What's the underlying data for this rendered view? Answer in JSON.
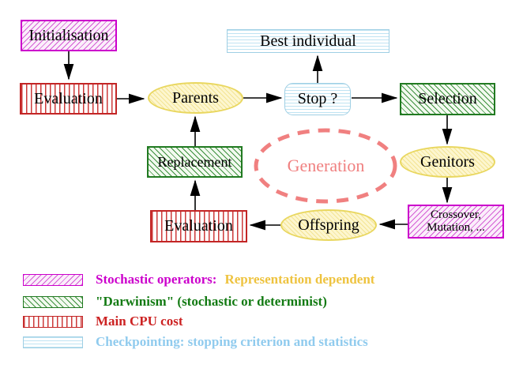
{
  "diagram": {
    "title_hint": "Evolutionary algorithm generation loop",
    "nodes": {
      "initialisation": {
        "label": "Initialisation"
      },
      "evaluation_top": {
        "label": "Evaluation"
      },
      "parents": {
        "label": "Parents"
      },
      "best_individual": {
        "label": "Best individual"
      },
      "stop": {
        "label": "Stop ?"
      },
      "selection": {
        "label": "Selection"
      },
      "genitors": {
        "label": "Genitors"
      },
      "crossover_mutation": {
        "line1": "Crossover,",
        "line2": "Mutation, ..."
      },
      "offspring": {
        "label": "Offspring"
      },
      "evaluation_bottom": {
        "label": "Evaluation"
      },
      "replacement": {
        "label": "Replacement"
      },
      "generation": {
        "label": "Generation"
      }
    },
    "colors": {
      "magenta": "#cc00cc",
      "green": "#217a21",
      "red": "#c32525",
      "cyan_border": "#9fcfe4",
      "yellow_border": "#e9d75f",
      "coral_dashed": "#f08080",
      "arrow": "#000000"
    }
  },
  "legend": {
    "items": [
      {
        "name": "stochastic-operators",
        "swatch": "magenta-diagonal-hatch",
        "label": "Stochastic operators:",
        "label2": "Representation dependent",
        "color": "#cc00cc",
        "color2": "#eec33f"
      },
      {
        "name": "darwinism",
        "swatch": "green-diagonal-hatch",
        "label": "\"Darwinism\" (stochastic or determinist)",
        "color": "#127a12"
      },
      {
        "name": "main-cpu-cost",
        "swatch": "red-vertical-stripes",
        "label": "Main CPU cost",
        "color": "#cc2222"
      },
      {
        "name": "checkpointing",
        "swatch": "cyan-horizontal-stripes",
        "label": "Checkpointing: stopping criterion and statistics",
        "color": "#90cbee"
      }
    ]
  }
}
